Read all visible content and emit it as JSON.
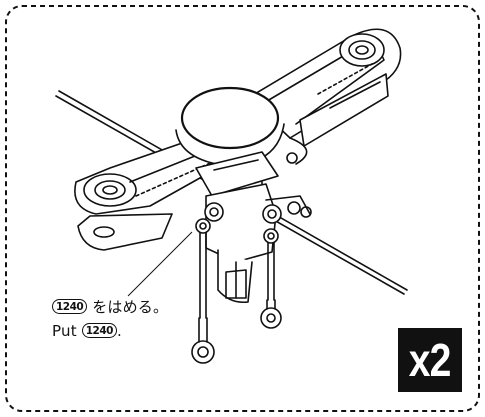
{
  "callout": {
    "part_number": "1240",
    "jp_text": "をはめる。",
    "en_prefix": "Put",
    "en_suffix": "."
  },
  "quantity": {
    "label": "x2"
  },
  "illustration": {
    "subject": "rotor-head-assembly-line-drawing"
  }
}
